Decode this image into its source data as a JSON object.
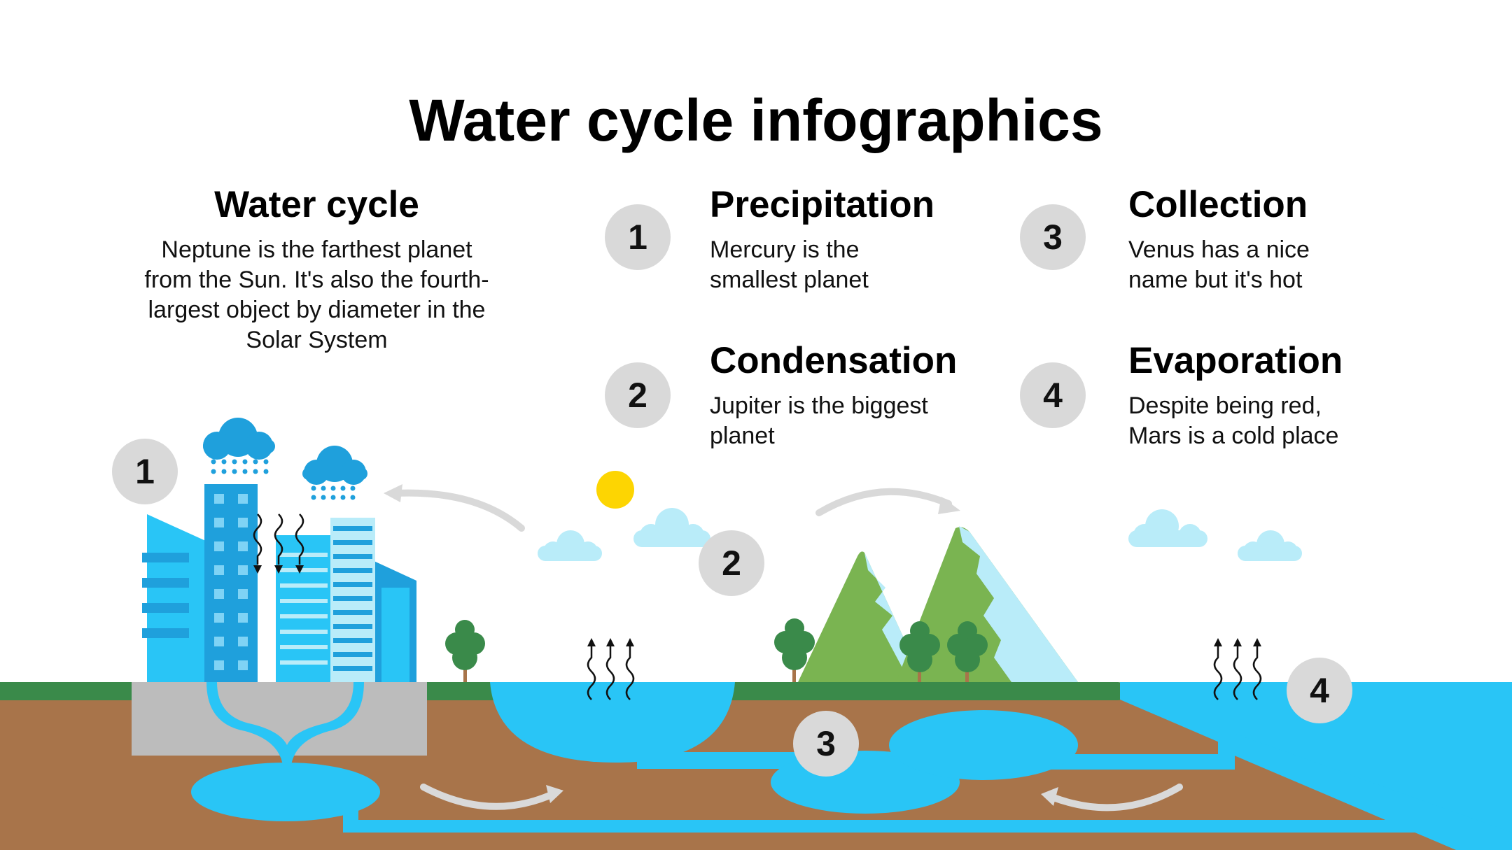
{
  "title": "Water cycle infographics",
  "intro": {
    "heading": "Water cycle",
    "text": "Neptune is the farthest planet from the Sun. It's also the fourth-largest object by diameter in the Solar System"
  },
  "steps": [
    {
      "number": "1",
      "heading": "Precipitation",
      "text": "Mercury is the smallest planet"
    },
    {
      "number": "2",
      "heading": "Condensation",
      "text": "Jupiter is the biggest planet"
    },
    {
      "number": "3",
      "heading": "Collection",
      "text": "Venus has a nice name but it's hot"
    },
    {
      "number": "4",
      "heading": "Evaporation",
      "text": "Despite being red, Mars is a cold place"
    }
  ],
  "diagram_markers": [
    "1",
    "2",
    "3",
    "4"
  ],
  "colors": {
    "water": "#29c5f6",
    "soil": "#a8744a",
    "grass": "#3a8a4a",
    "mountain": "#7ab451",
    "snow": "#b9ecf9",
    "building": "#1fa8e0",
    "cloud_light": "#b9ecf9",
    "cloud_dark": "#1fa0dc",
    "sun": "#fdd502",
    "marker": "#d9d9d9",
    "arrow": "#d9d9d9"
  }
}
